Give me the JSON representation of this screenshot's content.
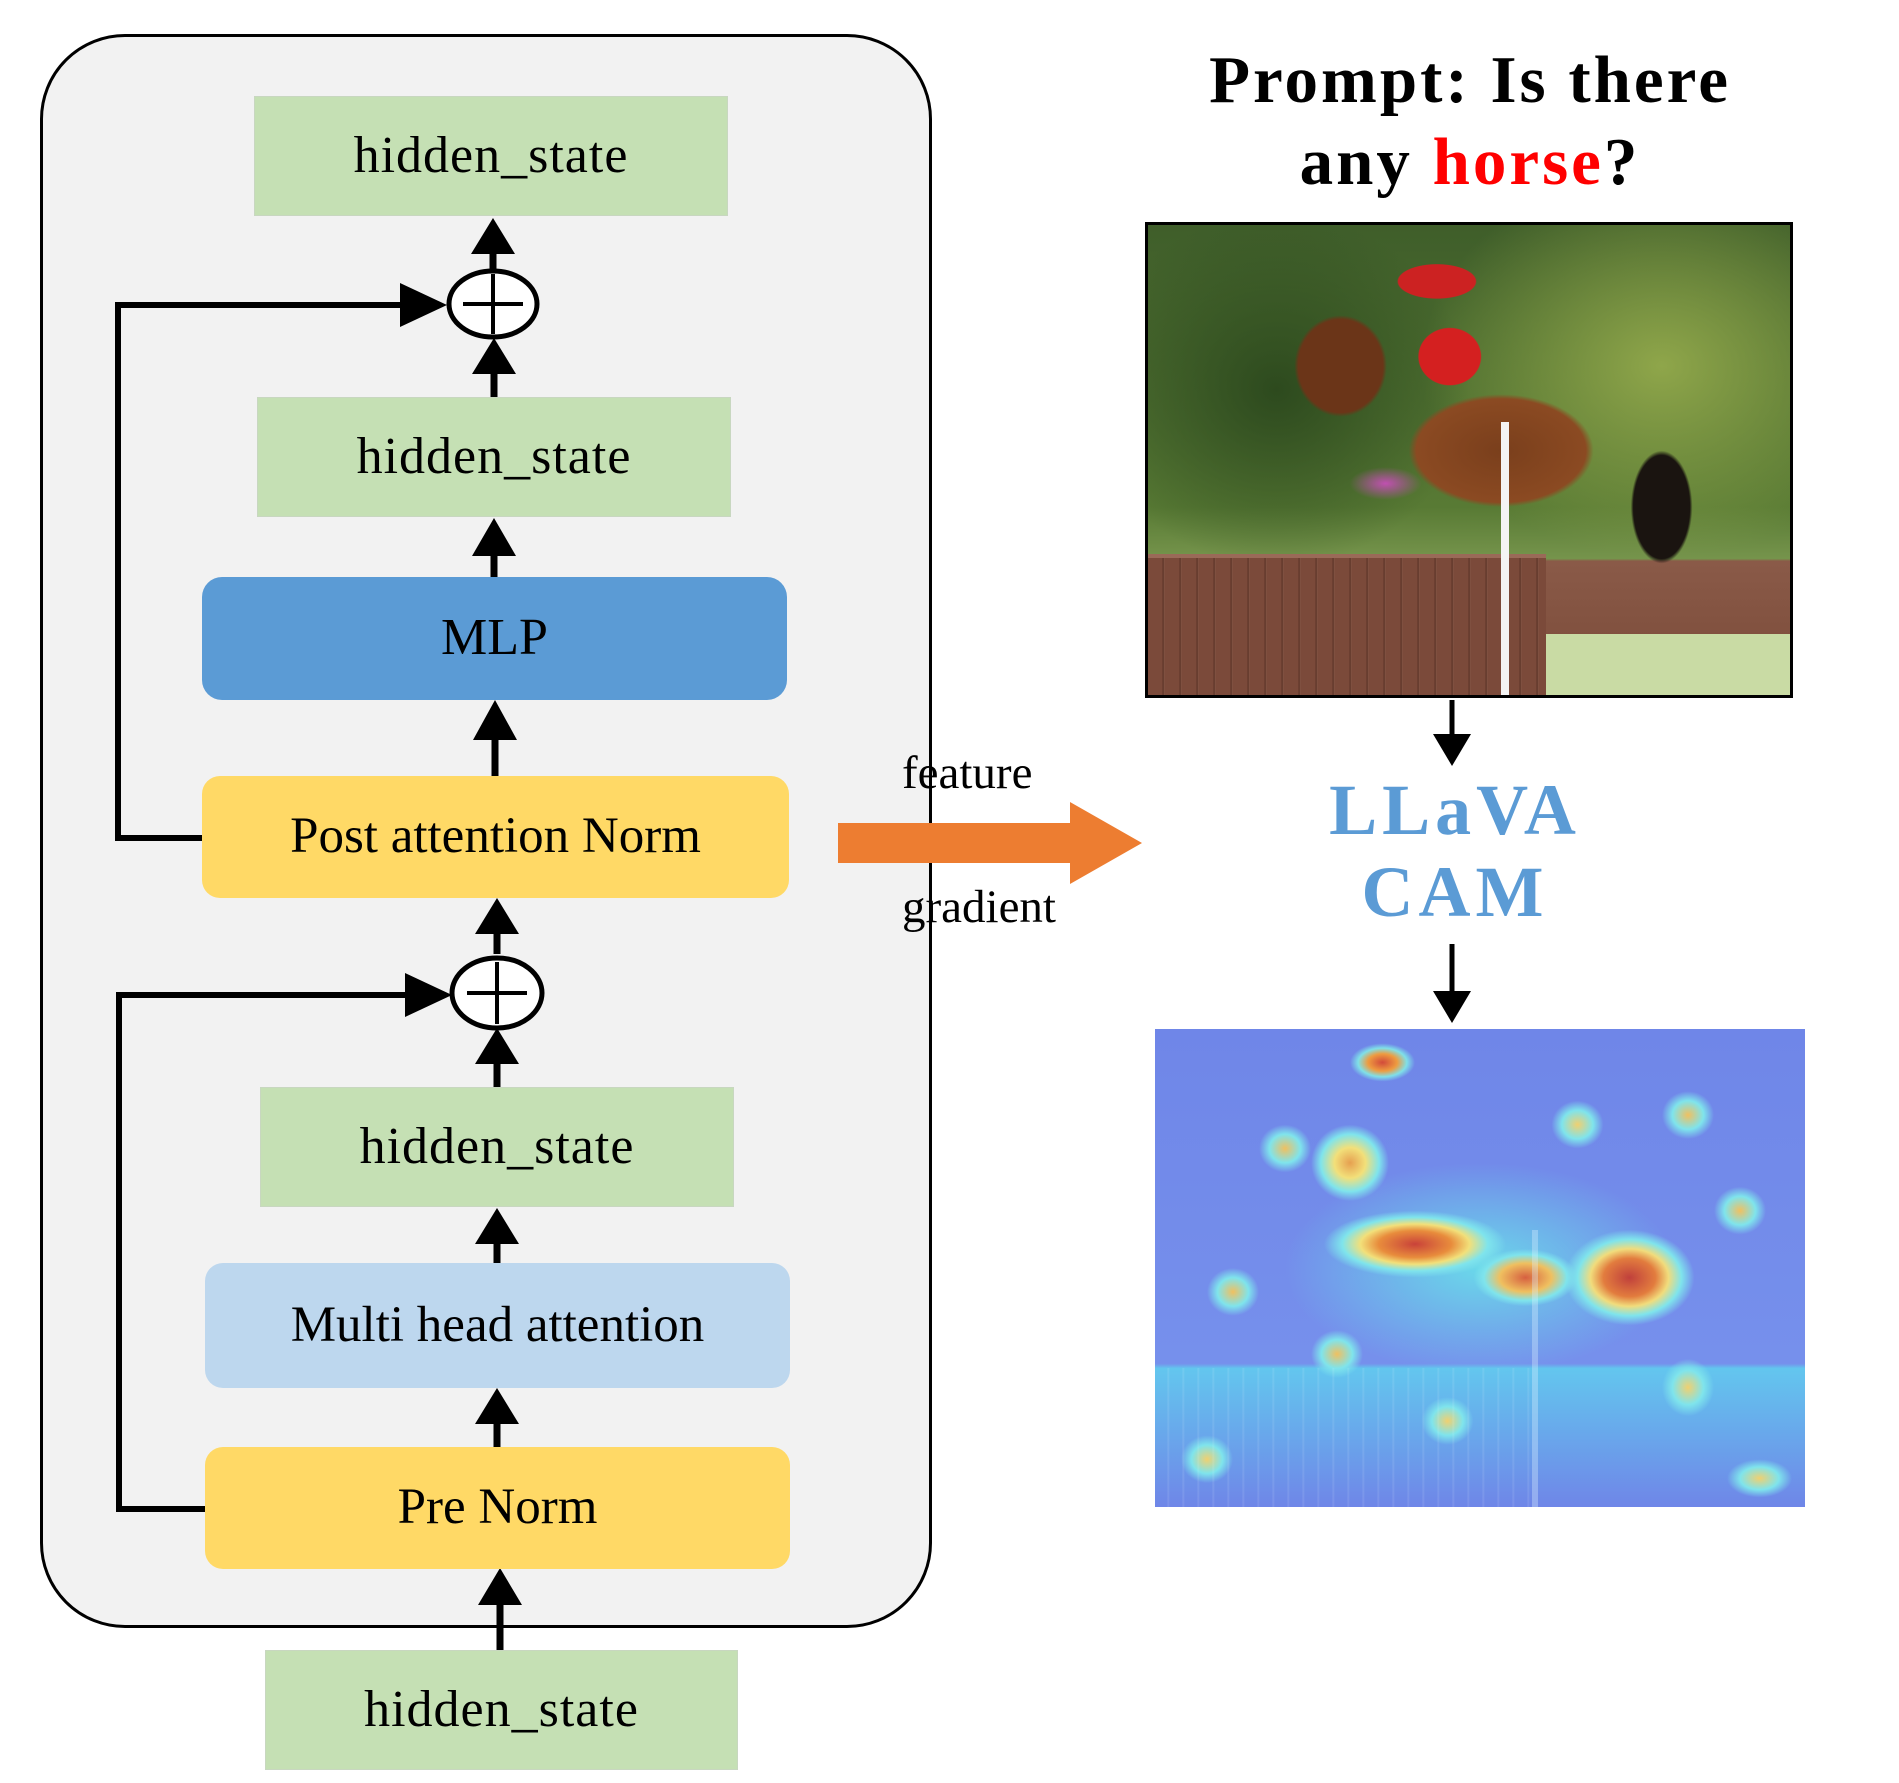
{
  "transformer_block": {
    "output_hidden_state": "hidden_state",
    "mlp_hidden_state": "hidden_state",
    "mlp": "MLP",
    "post_attention_norm": "Post attention Norm",
    "attention_hidden_state": "hidden_state",
    "multi_head_attention": "Multi head attention",
    "pre_norm": "Pre Norm",
    "input_hidden_state": "hidden_state",
    "add_symbol": "+"
  },
  "connector": {
    "top_label": "feature",
    "bottom_label": "gradient",
    "arrow_color": "#ed7d31"
  },
  "right_panel": {
    "prompt_prefix": "Prompt: Is there",
    "prompt_line2_prefix": "any ",
    "prompt_highlight": "horse",
    "prompt_suffix": "?",
    "highlight_color": "#ff0000",
    "method_line1": "LLaVA",
    "method_line2": "CAM",
    "method_color": "#5b9bd5",
    "input_image": "photo of rider on brown horse jumping a wooden fence",
    "output_image": "CAM heatmap overlay highlighting the horse"
  },
  "colors": {
    "hidden_state_fill": "#c5e0b4",
    "mlp_fill": "#5b9bd5",
    "norm_fill": "#ffd966",
    "attention_fill": "#bdd7ee",
    "panel_fill": "#f2f2f2"
  }
}
